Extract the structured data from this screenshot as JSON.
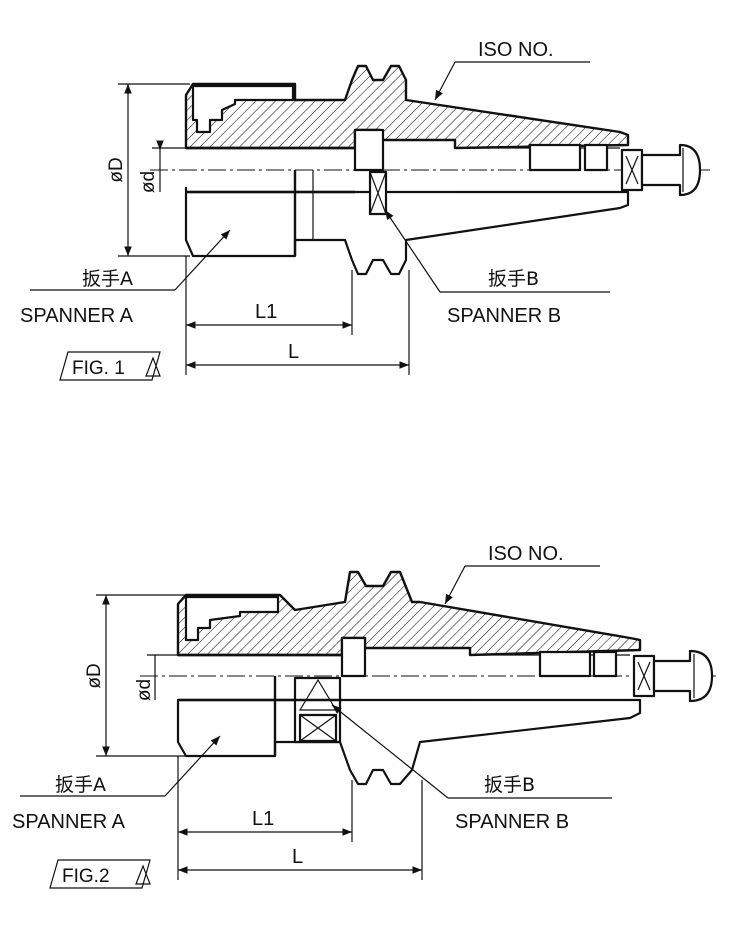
{
  "figures": [
    {
      "id": "fig1",
      "iso_label": "ISO NO.",
      "diameter_D": "øD",
      "diameter_d": "ød",
      "spanner_a_jp": "扳手A",
      "spanner_a_en": "SPANNER A",
      "spanner_b_jp": "扳手B",
      "spanner_b_en": "SPANNER B",
      "dim_L1": "L1",
      "dim_L": "L",
      "fig_label": "FIG. 1"
    },
    {
      "id": "fig2",
      "iso_label": "ISO NO.",
      "diameter_D": "øD",
      "diameter_d": "ød",
      "spanner_a_jp": "扳手A",
      "spanner_a_en": "SPANNER A",
      "spanner_b_jp": "扳手B",
      "spanner_b_en": "SPANNER B",
      "dim_L1": "L1",
      "dim_L": "L",
      "fig_label": "FIG.2"
    }
  ]
}
